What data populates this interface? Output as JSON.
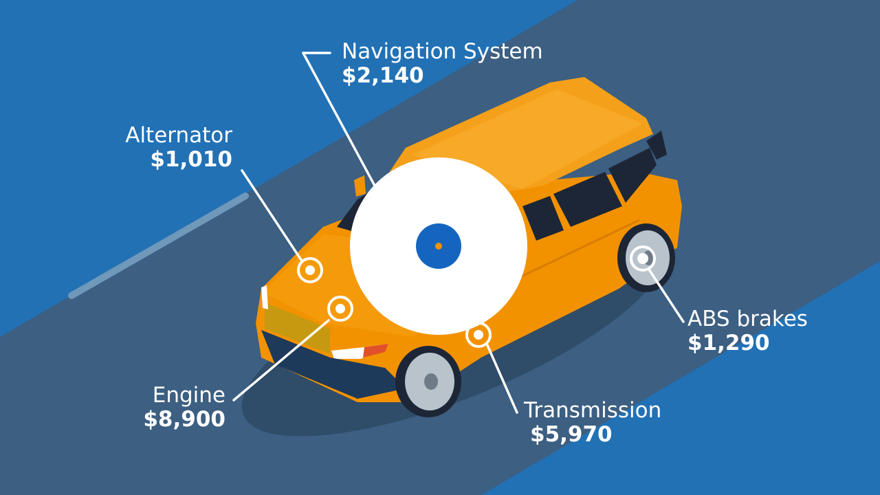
{
  "colors": {
    "background_blue": "#2271b5",
    "road": "#3c5f82",
    "car_orange": "#f39200",
    "car_dark_orange": "#d97d00",
    "window": "#1d2636",
    "label_text": "#ffffff",
    "hub_blue": "#1565c0"
  },
  "icons": [
    "play-button-icon"
  ],
  "callouts": {
    "navigation": {
      "name": "Navigation System",
      "price": "$2,140"
    },
    "alternator": {
      "name": "Alternator",
      "price": "$1,010"
    },
    "engine": {
      "name": "Engine",
      "price": "$8,900"
    },
    "transmission": {
      "name": "Transmission",
      "price": "$5,970"
    },
    "abs": {
      "name": "ABS brakes",
      "price": "$1,290"
    }
  }
}
